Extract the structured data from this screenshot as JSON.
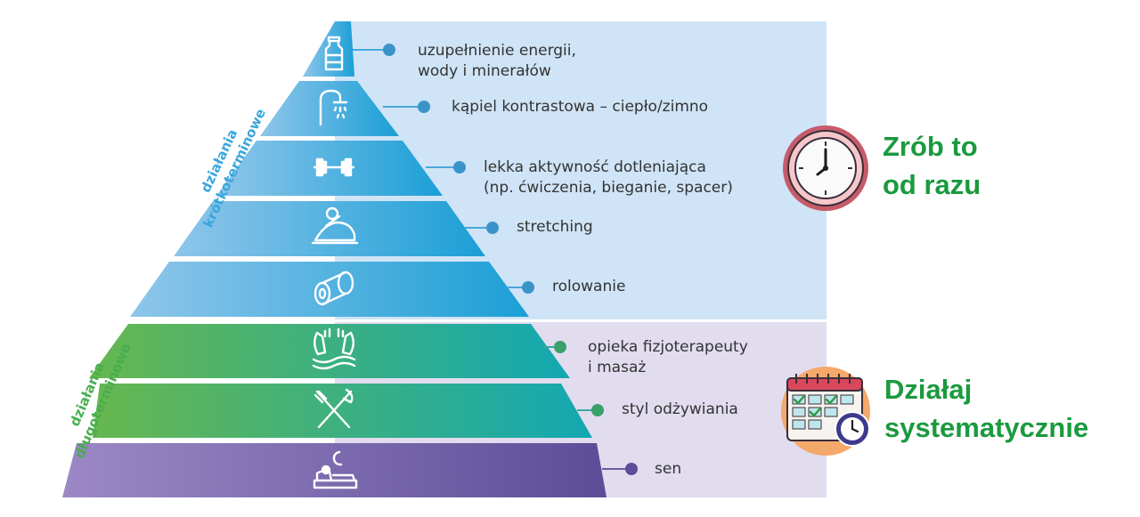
{
  "short_term": {
    "side_label_line1": "działania",
    "side_label_line2": "krótkoterminowe",
    "side_color": "#3aa6dc",
    "cta_line1": "Zrób to",
    "cta_line2": "od razu",
    "cta_icon": "clock-icon"
  },
  "long_term": {
    "side_label_line1": "działania",
    "side_label_line2": "długoterminowe",
    "side_color": "#48ad4e",
    "cta_line1": "Działaj",
    "cta_line2": "systematycznie",
    "cta_icon": "calendar-clock-icon"
  },
  "levels": [
    {
      "icon": "water-bottle-icon",
      "line1": "uzupełnienie energii,",
      "line2": "wody i minerałów"
    },
    {
      "icon": "shower-icon",
      "line1": "kąpiel kontrastowa – ciepło/zimno",
      "line2": ""
    },
    {
      "icon": "dumbbell-icon",
      "line1": "lekka aktywność dotleniająca",
      "line2": "(np. ćwiczenia, bieganie, spacer)"
    },
    {
      "icon": "stretching-person-icon",
      "line1": "stretching",
      "line2": ""
    },
    {
      "icon": "foam-roller-icon",
      "line1": "rolowanie",
      "line2": ""
    },
    {
      "icon": "massage-hands-icon",
      "line1": "opieka fizjoterapeuty",
      "line2": "i masaż"
    },
    {
      "icon": "fork-knife-icon",
      "line1": "styl odżywiania",
      "line2": ""
    },
    {
      "icon": "sleeping-person-icon",
      "line1": "sen",
      "line2": ""
    }
  ]
}
